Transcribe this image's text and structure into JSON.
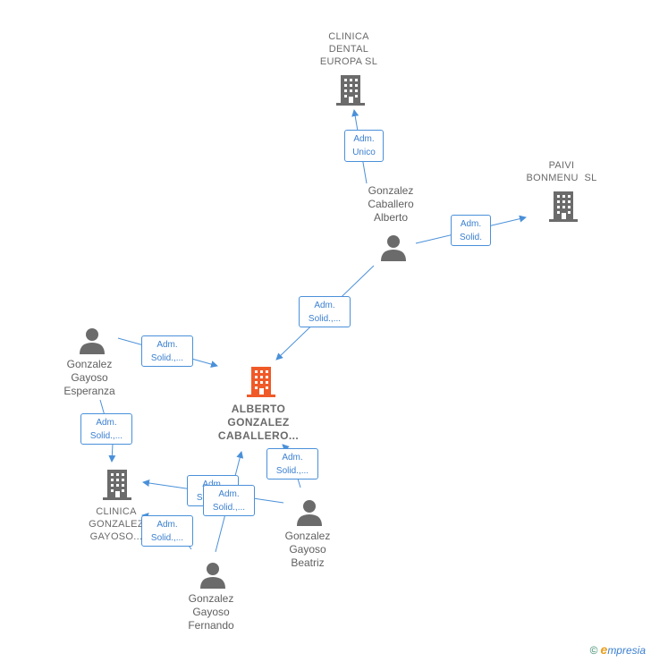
{
  "nodes": {
    "clinica_dental": {
      "label": [
        "CLINICA",
        "DENTAL",
        "EUROPA SL"
      ],
      "type": "company"
    },
    "paivi": {
      "label": [
        "PAIVI",
        "BONMENU  SL"
      ],
      "type": "company"
    },
    "center": {
      "label": [
        "ALBERTO",
        "GONZALEZ",
        "CABALLERO..."
      ],
      "type": "company-main"
    },
    "clinica_gonzalez": {
      "label": [
        "CLINICA",
        "GONZALEZ",
        "GAYOSO..."
      ],
      "type": "company"
    },
    "alberto": {
      "label": [
        "Gonzalez",
        "Caballero",
        "Alberto"
      ],
      "type": "person"
    },
    "esperanza": {
      "label": [
        "Gonzalez",
        "Gayoso",
        "Esperanza"
      ],
      "type": "person"
    },
    "beatriz": {
      "label": [
        "Gonzalez",
        "Gayoso",
        "Beatriz"
      ],
      "type": "person"
    },
    "fernando": {
      "label": [
        "Gonzalez",
        "Gayoso",
        "Fernando"
      ],
      "type": "person"
    }
  },
  "edges": [
    {
      "label": [
        "Adm.",
        "Unico"
      ]
    },
    {
      "label": [
        "Adm.",
        "Solid."
      ]
    },
    {
      "label": [
        "Adm.",
        "Solid.,..."
      ]
    },
    {
      "label": [
        "Adm.",
        "Solid.,..."
      ]
    },
    {
      "label": [
        "Adm.",
        "Solid.,..."
      ]
    },
    {
      "label": [
        "Adm.",
        "Solid.,..."
      ]
    },
    {
      "label": [
        "Adm.",
        "Solid.,..."
      ]
    },
    {
      "label": [
        "Adm.",
        "Solid.,..."
      ]
    },
    {
      "label": [
        "Adm.",
        "Solid.,..."
      ]
    }
  ],
  "colors": {
    "edge": "#4a90d9",
    "company_icon": "#6b6b6b",
    "main_icon": "#f05a28",
    "person_icon": "#6b6b6b"
  },
  "icons": {
    "company": "building-icon",
    "person": "person-icon"
  },
  "brand": {
    "copyright": "©",
    "e": "e",
    "rest": "mpresia"
  }
}
